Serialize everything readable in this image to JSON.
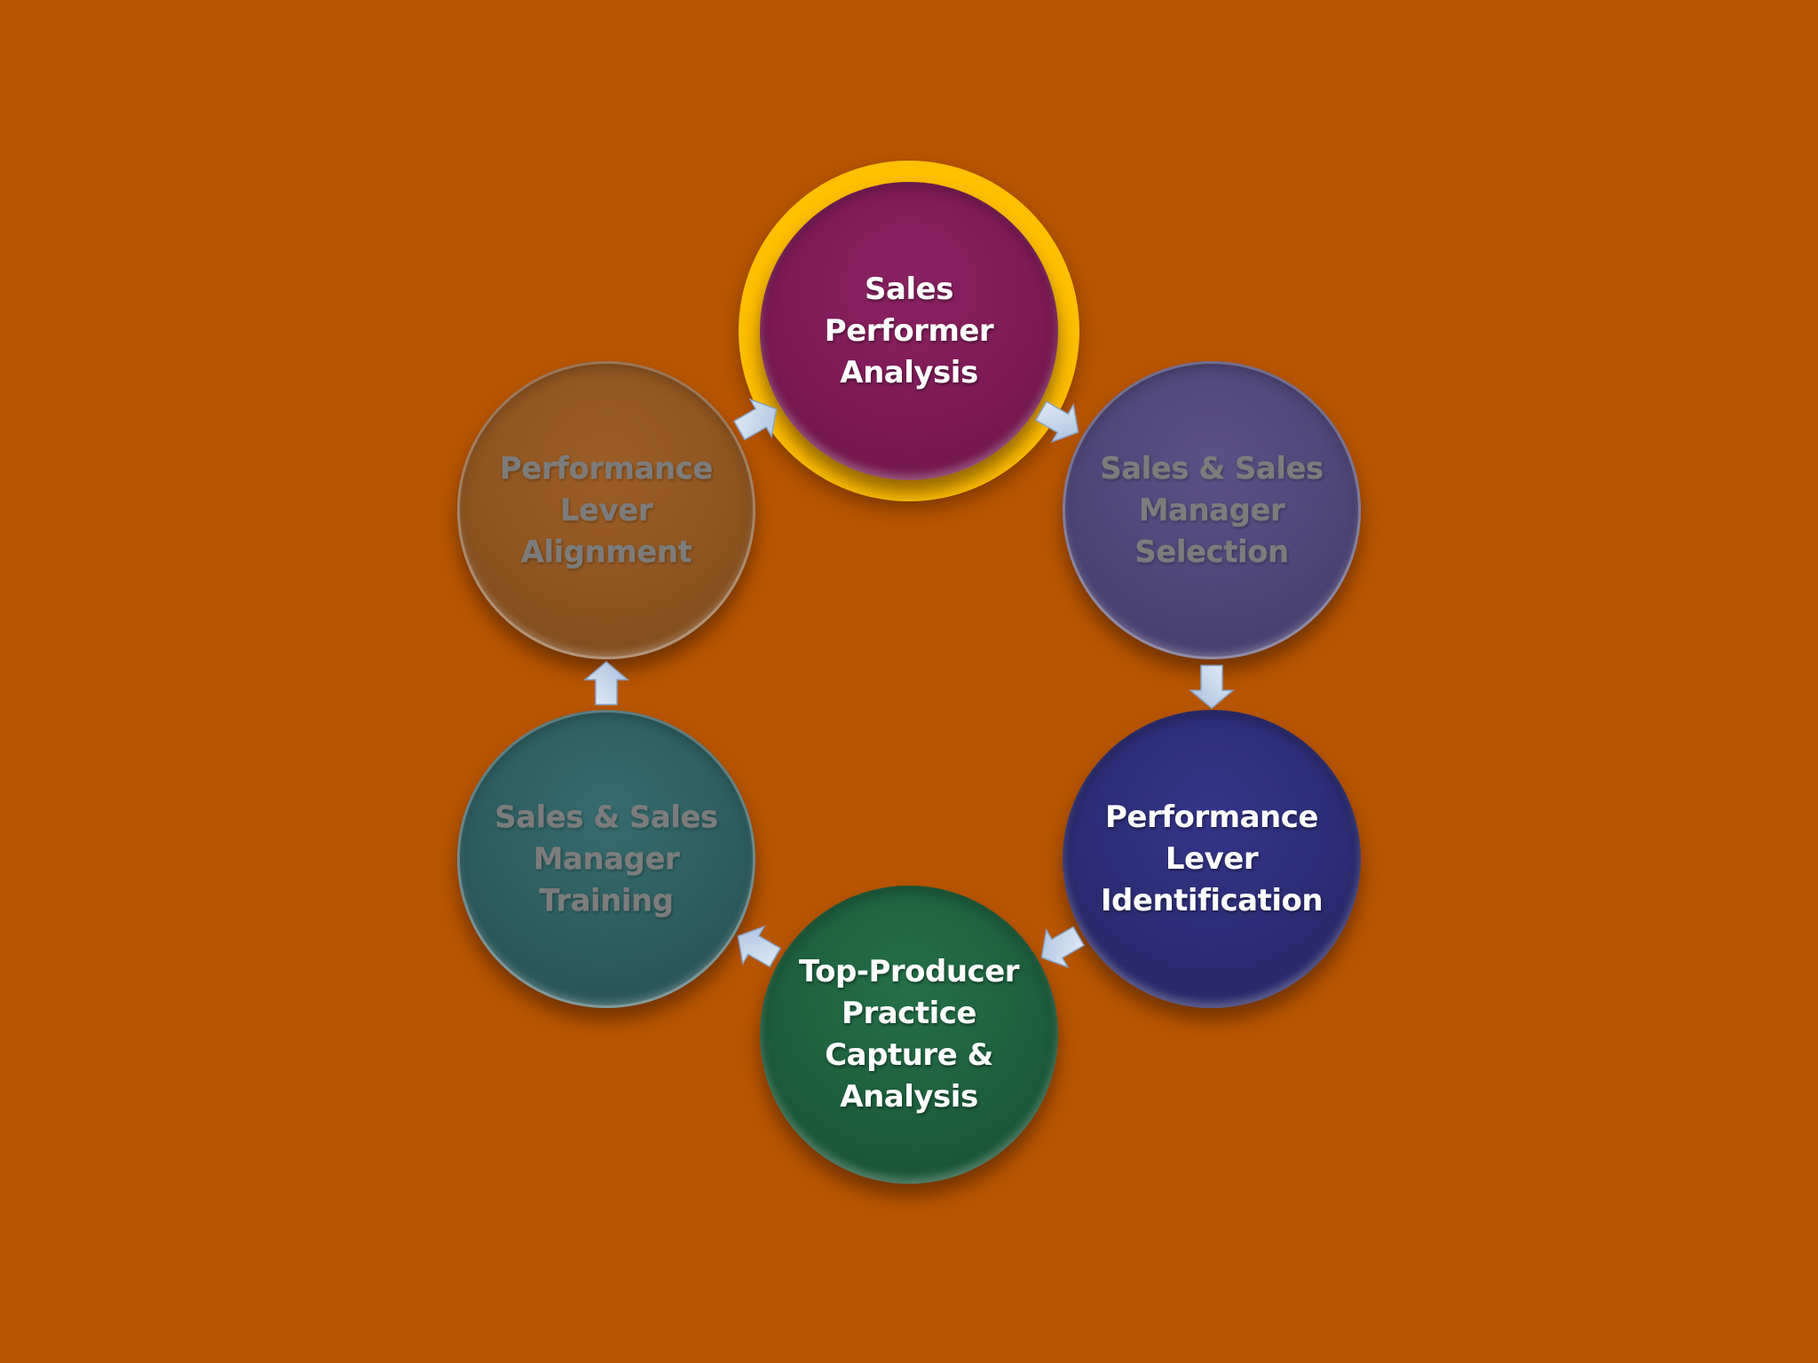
{
  "diagram": {
    "nodes": [
      {
        "id": "sales-performer-analysis",
        "label": "Sales\nPerformer\nAnalysis",
        "color": "#7d1a56",
        "state": "active",
        "highlight_ring": "#ffc000"
      },
      {
        "id": "sales-manager-selection",
        "label": "Sales & Sales\nManager\nSelection",
        "color": "#4e4577",
        "state": "faded"
      },
      {
        "id": "performance-lever-identification",
        "label": "Performance\nLever\nIdentification",
        "color": "#2b2c73",
        "state": "active"
      },
      {
        "id": "top-producer-practice",
        "label": "Top-Producer\nPractice\nCapture &\nAnalysis",
        "color": "#1d5e3c",
        "state": "active"
      },
      {
        "id": "sales-manager-training",
        "label": "Sales & Sales\nManager\nTraining",
        "color": "#2d5c5f",
        "state": "faded"
      },
      {
        "id": "performance-lever-alignment",
        "label": "Performance\nLever\nAlignment",
        "color": "#8e5420",
        "state": "faded"
      }
    ],
    "connector_color": "#c8d8ef",
    "flow": "clockwise"
  }
}
